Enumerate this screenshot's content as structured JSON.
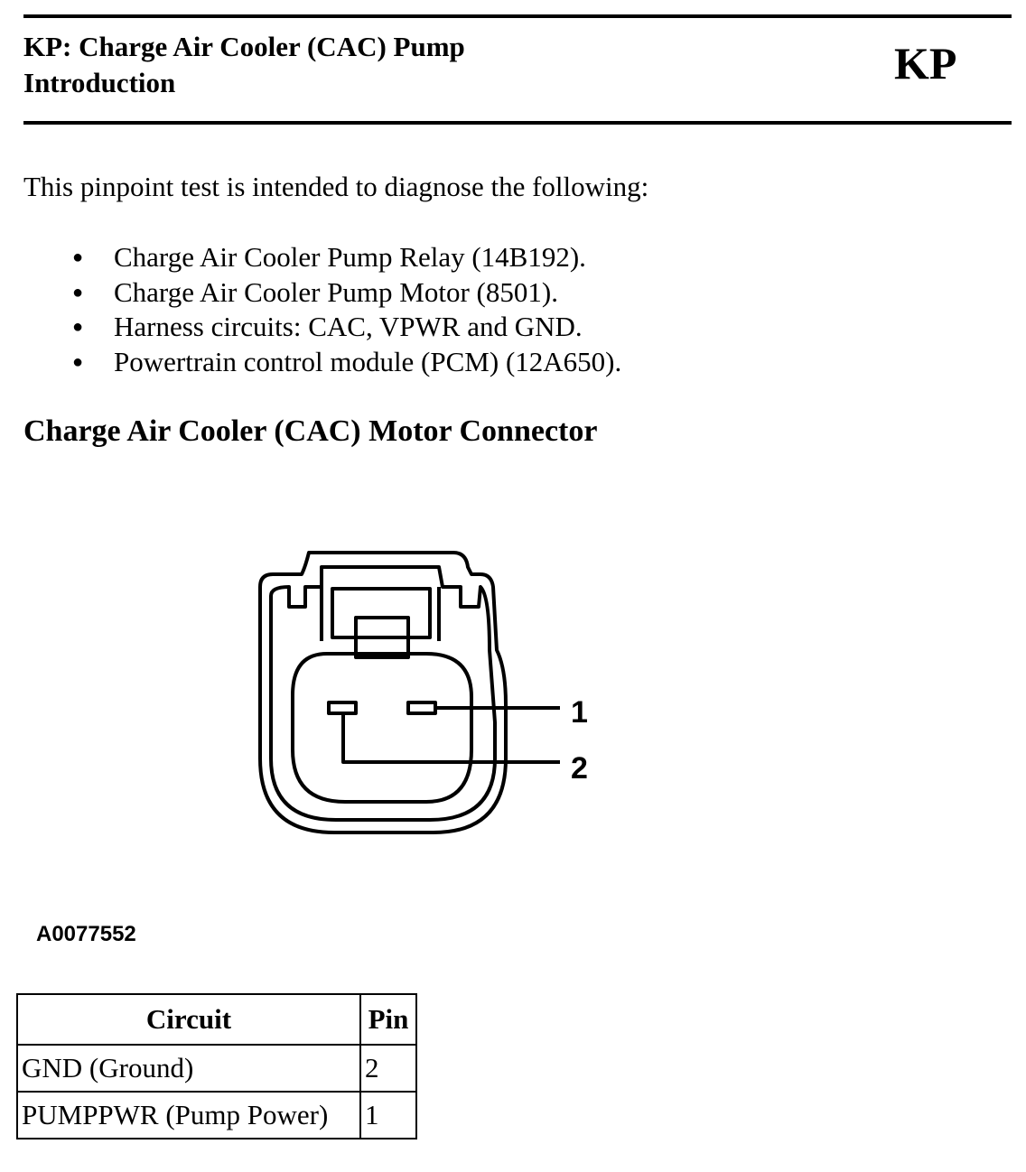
{
  "header": {
    "title_line1": "KP: Charge Air Cooler (CAC) Pump",
    "title_line2": "Introduction",
    "code": "KP"
  },
  "intro": "This pinpoint test is intended to diagnose the following:",
  "bullets": [
    "Charge Air Cooler Pump Relay (14B192).",
    "Charge Air Cooler Pump Motor (8501).",
    "Harness circuits: CAC, VPWR and GND.",
    "Powertrain control module (PCM) (12A650)."
  ],
  "section_heading": "Charge Air Cooler (CAC) Motor Connector",
  "diagram": {
    "pin_labels": [
      "1",
      "2"
    ],
    "figure_code": "A0077552"
  },
  "table": {
    "headers": [
      "Circuit",
      "Pin"
    ],
    "rows": [
      [
        "GND (Ground)",
        "2"
      ],
      [
        "PUMPPWR (Pump Power)",
        "1"
      ]
    ]
  }
}
